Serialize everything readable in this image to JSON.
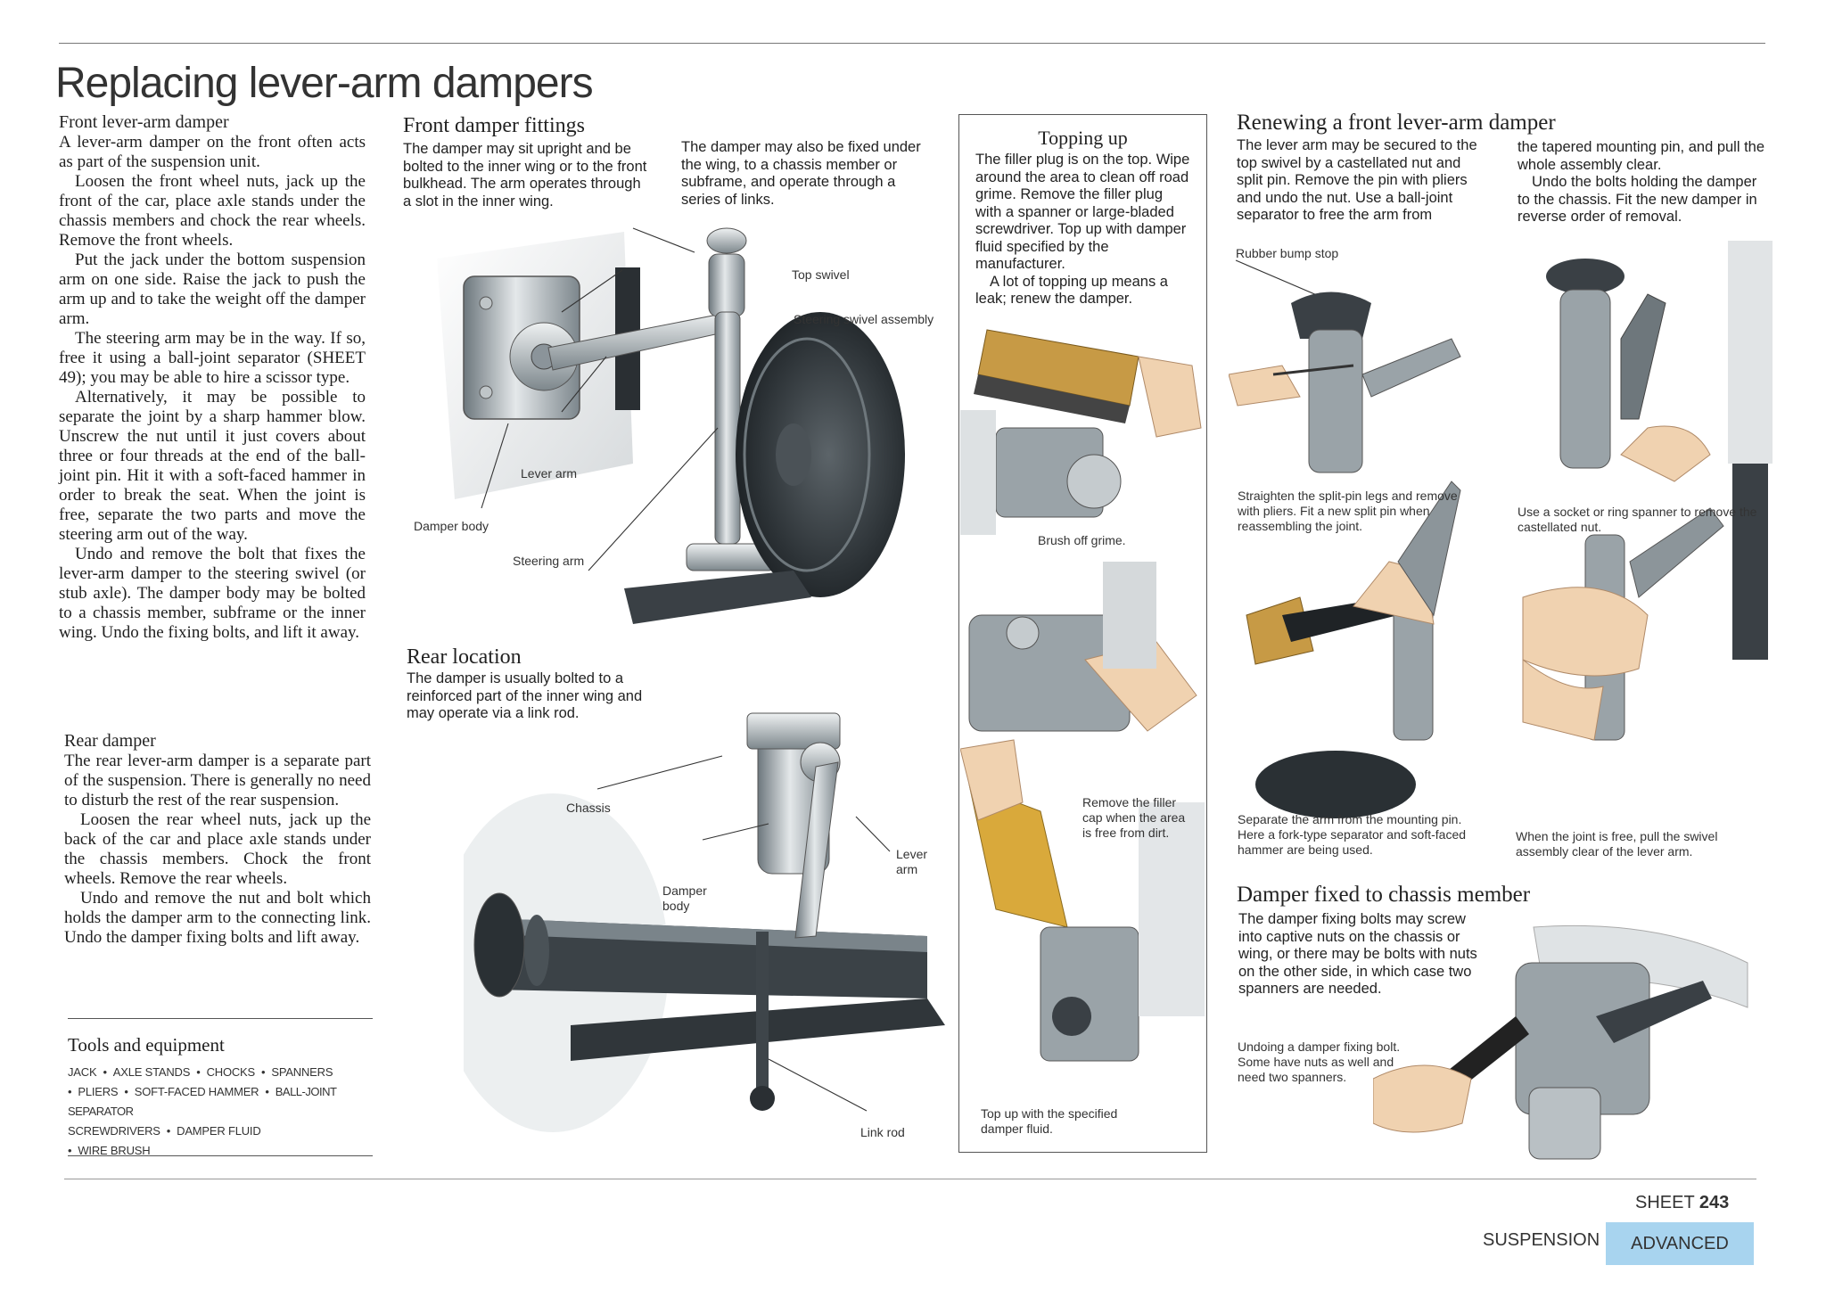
{
  "page": {
    "title": "Replacing lever-arm dampers"
  },
  "front_lever_arm_damper": {
    "heading": "Front lever-arm damper",
    "paragraphs": [
      "A lever-arm damper on the front often acts as part of the suspension unit.",
      "Loosen the front wheel nuts, jack up the front of the car, place axle stands under the chassis members and chock the rear wheels. Remove the front wheels.",
      "Put the jack under the bottom suspension arm on one side. Raise the jack to push the arm up and to take the weight off the damper arm.",
      "The steering arm may be in the way. If so, free it using a ball-joint separator (SHEET 49); you may be able to hire a scissor type.",
      "Alternatively, it may be possible to separate the joint by a sharp hammer blow. Unscrew the nut until it just covers about three or four threads at the end of the ball-joint pin. Hit it with a soft-faced hammer in order to break the seat. When the joint is free, separate the two parts and move the steering arm out of the way.",
      "Undo and remove the bolt that fixes the lever-arm damper to the steering swivel (or stub axle). The damper body may be bolted to a chassis member, subframe or the inner wing. Undo the fixing bolts, and lift it away."
    ]
  },
  "rear_damper": {
    "heading": "Rear damper",
    "paragraphs": [
      "The rear lever-arm damper is a separate part of the suspension. There is generally no need to disturb the rest of the rear suspension.",
      "Loosen the rear wheel nuts, jack up the back of the car and place axle stands under the chassis members. Chock the front wheels. Remove the rear wheels.",
      "Undo and remove the nut and bolt which holds the damper arm to the connecting link. Undo the damper fixing bolts and lift away."
    ]
  },
  "tools": {
    "heading": "Tools and equipment",
    "items": [
      "JACK",
      "AXLE STANDS",
      "CHOCKS",
      "SPANNERS",
      "PLIERS",
      "SOFT-FACED HAMMER",
      "BALL-JOINT SEPARATOR",
      "SCREWDRIVERS",
      "DAMPER FLUID",
      "WIRE BRUSH"
    ]
  },
  "front_damper_fittings": {
    "heading": "Front damper fittings",
    "col1": "The damper may sit upright and be bolted to the inner wing or to the front bulkhead. The arm operates through a slot in the inner wing.",
    "col2": "The damper may also be fixed under the wing, to a chassis member or subframe, and operate through a series of links.",
    "labels": {
      "top_swivel": "Top swivel",
      "steering_swivel_assembly": "Steering swivel assembly",
      "lever_arm": "Lever arm",
      "damper_body": "Damper body",
      "steering_arm": "Steering arm"
    }
  },
  "rear_location": {
    "heading": "Rear location",
    "text": "The damper is usually bolted to a reinforced part of the inner wing and may operate via a link rod.",
    "labels": {
      "chassis": "Chassis",
      "damper_body": "Damper body",
      "lever_arm": "Lever arm",
      "link_rod": "Link rod"
    }
  },
  "topping_up": {
    "heading": "Topping up",
    "text1": "The filler plug is on the top. Wipe around the area to clean off road grime. Remove the filler plug with a spanner or large-bladed screwdriver. Top up with damper fluid specified by the manufacturer.",
    "text2": "A lot of topping up means a leak; renew the damper.",
    "captions": {
      "brush": "Brush off grime.",
      "filler": "Remove the filler cap when the area is free from dirt.",
      "topup": "Top up with the specified damper fluid."
    }
  },
  "renewing": {
    "heading": "Renewing a front lever-arm damper",
    "col1": "The lever arm may be secured to the top swivel by a castellated nut and split pin. Remove the pin with pliers and undo the nut. Use a ball-joint separator to free the arm from",
    "col2a": "the tapered mounting pin, and pull the whole assembly clear.",
    "col2b": "Undo the bolts holding the damper to the chassis. Fit the new damper in reverse order of removal.",
    "bump_stop_label": "Rubber bump stop",
    "captions": {
      "split_pin": "Straighten the split-pin legs and remove with pliers. Fit a new split pin when reassembling the joint.",
      "socket": "Use a socket or ring spanner to remove the castellated nut.",
      "separate": "Separate the arm from the mounting pin. Here a fork-type separator and soft-faced hammer are being used.",
      "joint_free": "When the joint is free, pull the swivel assembly clear of the lever arm."
    }
  },
  "chassis_member": {
    "heading": "Damper fixed to chassis member",
    "text": "The damper fixing bolts may screw into captive nuts on the chassis or wing, or there may be bolts with nuts on the other side, in which case two spanners are needed.",
    "caption": "Undoing a damper fixing bolt. Some have nuts as well and need two spanners."
  },
  "footer": {
    "sheet_label": "SHEET",
    "sheet_number": "243",
    "section": "SUSPENSION",
    "level": "ADVANCED"
  },
  "colors": {
    "tab_blue": "#a8d4ef",
    "metal": "#9aa3a8",
    "dark_metal": "#2d3236",
    "brush_wood": "#c79a45",
    "oil_can": "#d9a93b",
    "hand": "#f0d2b0"
  }
}
